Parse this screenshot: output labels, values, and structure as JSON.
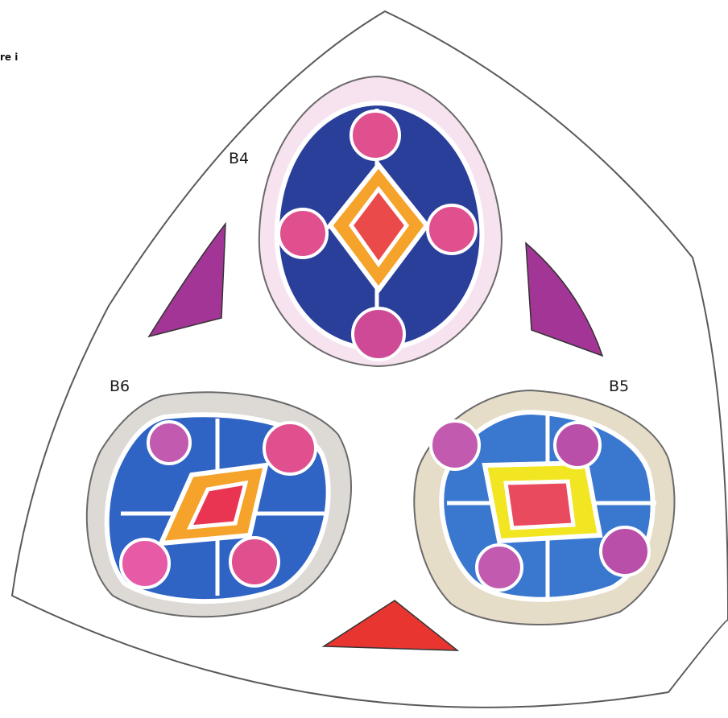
{
  "corner_text": "re i",
  "labels": {
    "b4": "B4",
    "b5": "B5",
    "b6": "B6"
  },
  "colors": {
    "frame_outline": "#555555",
    "dark_blue": "#2a3f9a",
    "mid_blue": "#2f63c4",
    "light_blue": "#3a78d0",
    "orange": "#f5a32a",
    "yellow": "#f2e623",
    "red": "#ea4a4a",
    "pink": "#e0508f",
    "magenta": "#c25bb0",
    "purple_wedge": "#a33596",
    "red_wedge": "#e8352f",
    "border_pink": "#f2cde3",
    "border_gray": "#dddad6",
    "border_beige": "#e6ddc8"
  }
}
